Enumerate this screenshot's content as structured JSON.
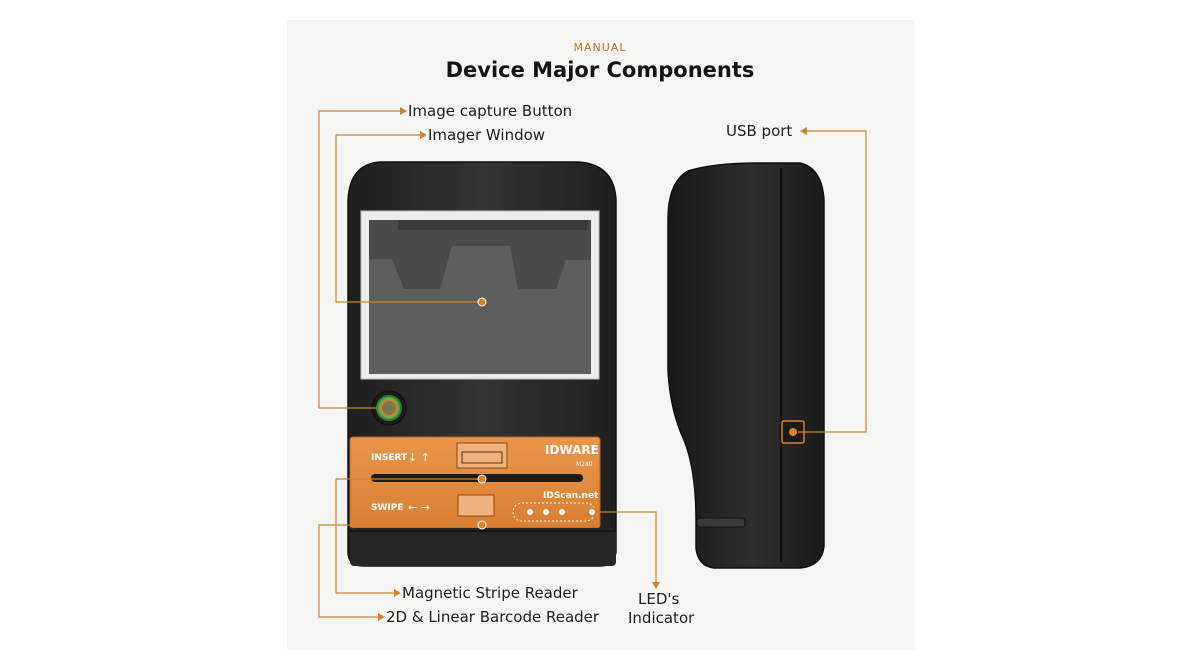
{
  "header": {
    "eyebrow": "MANUAL",
    "title": "Device Major Components"
  },
  "callouts": {
    "image_capture_button": "Image capture Button",
    "imager_window": "Imager Window",
    "usb_port": "USB port",
    "magnetic_stripe_reader": "Magnetic Stripe Reader",
    "barcode_reader": "2D & Linear Barcode Reader",
    "led_indicator_line1": "LED's",
    "led_indicator_line2": "Indicator"
  },
  "device_plate": {
    "insert_label": "INSERT",
    "swipe_label": "SWIPE",
    "brand": "IDWARE",
    "model": "M280",
    "website": "IDScan.net"
  },
  "colors": {
    "accent": "#d9812c",
    "callout_line": "#c9852f",
    "device_body": "#2b2b2b",
    "plate": "#e08a3c",
    "led_button": "#4caf50"
  }
}
